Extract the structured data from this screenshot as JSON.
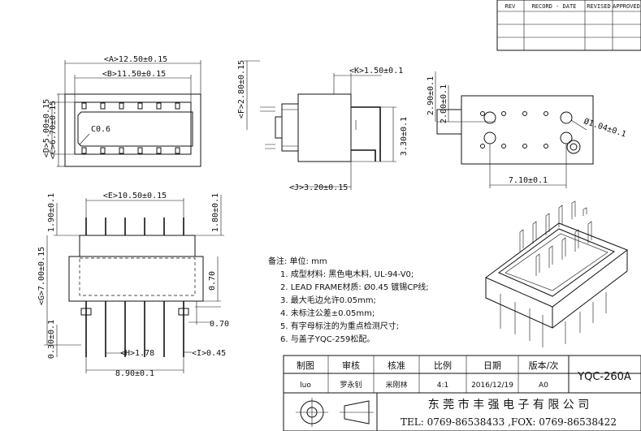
{
  "revision_table": {
    "headers": [
      "REV",
      "RECORD - DATE",
      "REVISED",
      "APPROVED"
    ]
  },
  "top_view": {
    "dim_a": "<A>12.50±0.15",
    "dim_b": "<B>11.50±0.15",
    "dim_c": "<C>6.70±0.15",
    "dim_d": "<D>5.00±0.15",
    "chamfer": "C0.6"
  },
  "side_view": {
    "dim_f": "<F>2.80±0.15",
    "dim_k": "<K>1.50±0.1",
    "dim_j": "<J>3.20±0.15",
    "dim_330": "3.30±0.1"
  },
  "bottom_view": {
    "dim_290": "2.90±0.1",
    "dim_200": "2.00±0.1",
    "dim_hole": "Ø1.04±0.1",
    "dim_710": "7.10±0.1"
  },
  "front_view": {
    "dim_e": "<E>10.50±0.15",
    "dim_190": "1.90±0.1",
    "dim_180": "1.80±0.1",
    "dim_g": "<G>7.00±0.15",
    "dim_070a": "0.70",
    "dim_070b": "0.70",
    "dim_030": "0.30±0.1",
    "dim_h": "<H>1.78",
    "dim_i": "<I>0.45",
    "dim_890": "8.90±0.1"
  },
  "notes": {
    "title": "备注: 单位: mm",
    "items": [
      "1.  成型材料: 黑色电木料, UL-94-V0;",
      "2.  LEAD  FRAME材质: Ø0.45 镀锡CP线;",
      "3.  最大毛边允许0.05mm;",
      "4.  未标注公差±0.05mm;",
      "5.  有字母标注的为重点检测尺寸;",
      "6.  与盖子YQC-259松配。"
    ]
  },
  "title_block": {
    "headers": [
      "制图",
      "审核",
      "核准",
      "比例",
      "日期",
      "版本/次"
    ],
    "values": [
      "luo",
      "罗永钊",
      "米刚林",
      "4:1",
      "2016/12/19",
      "A0"
    ],
    "part_number": "YQC-260A",
    "company": "东 莞 市 丰 强 电 子 有 限 公 司",
    "contact": "TEL: 0769-86538433 ,FOX: 0769-86538422"
  }
}
